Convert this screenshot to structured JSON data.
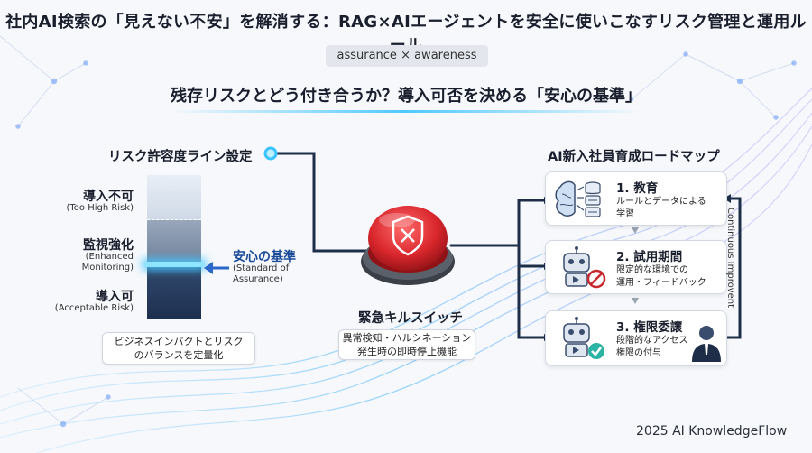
{
  "title": "社内AI検索の「見えない不安」を解消する：RAG×AIエージェントを安全に使いこなすリスク管理と運用ルール",
  "tag": "assurance × awareness",
  "subtitle": "残存リスクとどう付き合うか？導入可否を決める「安心の基準」",
  "left": {
    "heading": "リスク許容度ライン設定",
    "levels": [
      {
        "label": "導入不可",
        "sub": "(Too High Risk)"
      },
      {
        "label": "監視強化",
        "sub": "(Enhanced\nMonitoring)"
      },
      {
        "label": "導入可",
        "sub": "(Acceptable Risk)"
      }
    ],
    "standard": {
      "label": "安心の基準",
      "sub": "(Standard of\nAssurance)"
    },
    "note": "ビジネスインパクトとリスク\nのバランスを定量化"
  },
  "center": {
    "label": "緊急キルスイッチ",
    "note": "異常検知・ハルシネーション\n発生時の即時停止機能"
  },
  "right": {
    "heading": "AI新入社員育成ロードマップ",
    "steps": [
      {
        "title": "1. 教育",
        "desc": "ルールとデータによる\n学習"
      },
      {
        "title": "2. 試用期間",
        "desc": "限定的な環境での\n運用・フィードバック"
      },
      {
        "title": "3. 権限委譲",
        "desc": "段階的なアクセス\n権限の付与"
      }
    ],
    "loop_label": "Continuous Improvent"
  },
  "footer": "2025 AI KnowledgeFlow",
  "colors": {
    "accent": "#2b66c9",
    "glow": "#45c7ff",
    "button_red": "#d8262c",
    "bar_dark": "#1d2f4f"
  }
}
